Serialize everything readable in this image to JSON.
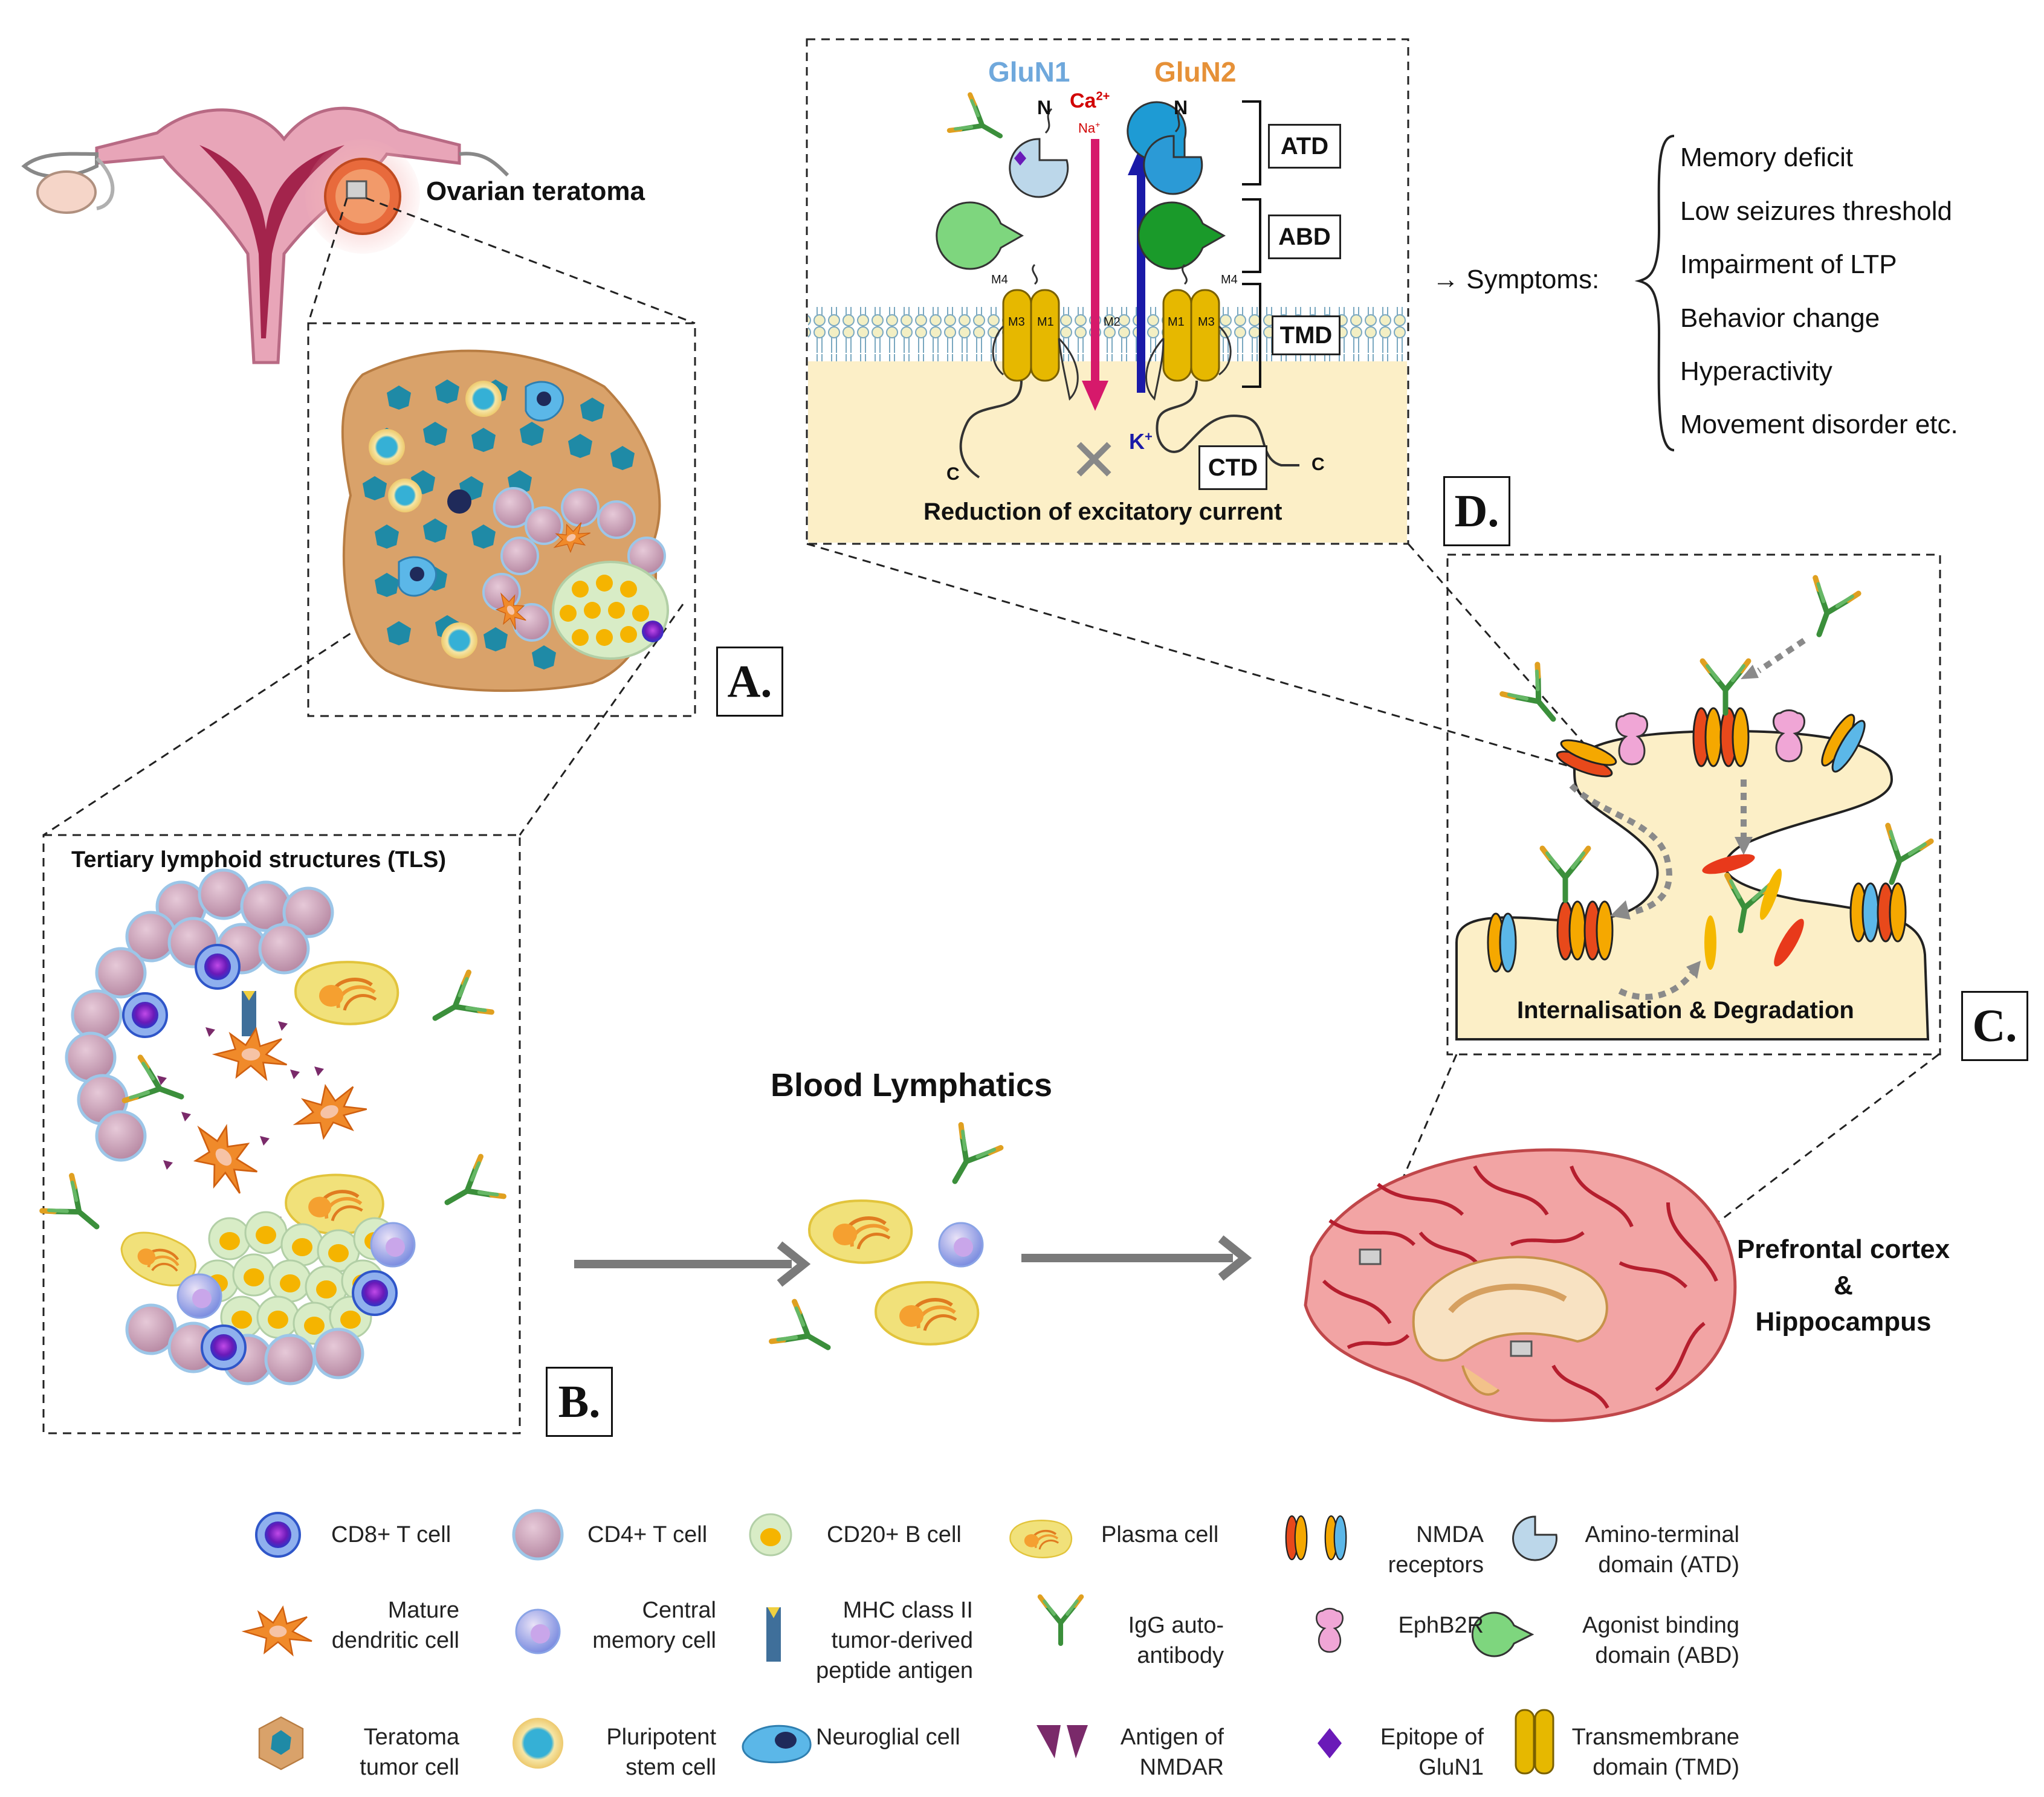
{
  "panels": {
    "A": "A.",
    "B": "B.",
    "C": "C.",
    "D": "D."
  },
  "ovary": {
    "label": "Ovarian teratoma"
  },
  "tls": {
    "title": "Tertiary lymphoid structures (TLS)"
  },
  "blood": {
    "label": "Blood Lymphatics"
  },
  "brain": {
    "label_line1": "Prefrontal cortex",
    "label_line2": "&",
    "label_line3": "Hippocampus"
  },
  "receptor": {
    "glun1": "GluN1",
    "glun2": "GluN2",
    "ca": "Ca",
    "ca_sup": "2+",
    "na": "Na",
    "na_sup": "+",
    "k": "K",
    "k_sup": "+",
    "n1": "N",
    "n2": "N",
    "c1": "C",
    "c2": "C",
    "m4_left": "M4",
    "m4_right": "M4",
    "m3_left": "M3",
    "m1_left": "M1",
    "m2": "M2",
    "m1_right": "M1",
    "m3_right": "M3",
    "atd": "ATD",
    "abd": "ABD",
    "tmd": "TMD",
    "ctd": "CTD",
    "caption": "Reduction of excitatory current"
  },
  "symptoms": {
    "arrow_label": "→ Symptoms:",
    "items": [
      "Memory deficit",
      "Low seizures threshold",
      "Impairment of LTP",
      "Behavior change",
      "Hyperactivity",
      "Movement disorder etc."
    ]
  },
  "synapse": {
    "caption": "Internalisation & Degradation"
  },
  "legend": {
    "cd8": "CD8+ T cell",
    "cd4": "CD4+ T cell",
    "cd20": "CD20+ B cell",
    "plasma": "Plasma cell",
    "nmda_l1": "NMDA",
    "nmda_l2": "receptors",
    "atd_l1": "Amino-terminal",
    "atd_l2": "domain (ATD)",
    "dc_l1": "Mature",
    "dc_l2": "dendritic cell",
    "cm_l1": "Central",
    "cm_l2": "memory cell",
    "mhc_l1": "MHC class II",
    "mhc_l2": "tumor-derived",
    "mhc_l3": "peptide antigen",
    "igg_l1": "IgG auto-",
    "igg_l2": "antibody",
    "eph": "EphB2R",
    "abd_l1": "Agonist binding",
    "abd_l2": "domain (ABD)",
    "ter_l1": "Teratoma",
    "ter_l2": "tumor cell",
    "psc_l1": "Pluripotent",
    "psc_l2": "stem cell",
    "neuro": "Neuroglial cell",
    "ant_l1": "Antigen of",
    "ant_l2": "NMDAR",
    "epi_l1": "Epitope of",
    "epi_l2": "GluN1",
    "tmd_l1": "Transmembrane",
    "tmd_l2": "domain (TMD)"
  },
  "colors": {
    "glun1": "#6fa8dc",
    "glun2": "#e69138",
    "ca_arrow": "#d6196b",
    "k_arrow": "#1a1aa8",
    "cytoplasm": "#fcefc7",
    "tumor_cell": "#d9a26a",
    "cd4_cell": "#c9a3b6",
    "brain": "#e68a8f"
  }
}
